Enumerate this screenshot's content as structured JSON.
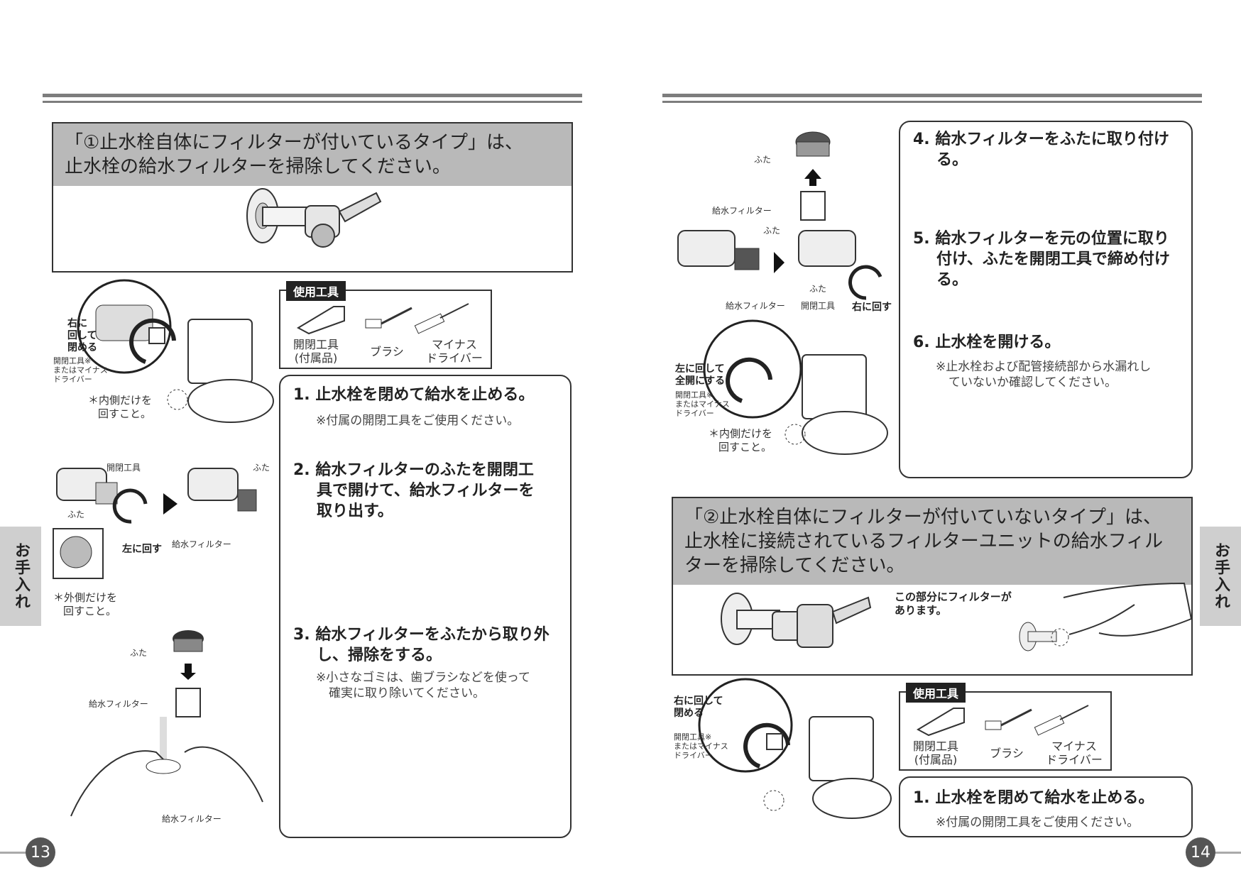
{
  "left_page": {
    "heading": {
      "line1": "「①止水栓自体にフィルターが付いているタイプ」は、",
      "line2": "止水栓の給水フィルターを掃除してください。"
    },
    "tools": {
      "title": "使用工具",
      "items": [
        {
          "line1": "開閉工具",
          "line2": "(付属品)"
        },
        {
          "line1": "ブラシ",
          "line2": ""
        },
        {
          "line1": "マイナス",
          "line2": "ドライバー"
        }
      ]
    },
    "steps": {
      "step1": {
        "line1": "1. 止水栓を閉めて給水を止める。",
        "note": "※付属の開閉工具をご使用ください。"
      },
      "step2": {
        "line1": "2. 給水フィルターのふたを開閉工",
        "line2": "具で開けて、給水フィルターを",
        "line3": "取り出す。"
      },
      "step3": {
        "line1": "3. 給水フィルターをふたから取り外",
        "line2": "し、掃除をする。",
        "note1": "※小さなゴミは、歯ブラシなどを使って",
        "note2": "確実に取り除いてください。"
      }
    },
    "figure_labels": {
      "turn_right_close": [
        "右に",
        "回して",
        "閉める"
      ],
      "tool_or_driver": [
        "開閉工具※",
        "またはマイナス",
        "ドライバー"
      ],
      "inner_only": [
        "＊内側だけを",
        "回すこと。"
      ],
      "opening_tool": "開閉工具",
      "lid": "ふた",
      "lid2": "ふた",
      "turn_left": "左に回す",
      "water_filter": "給水フィルター",
      "outer_only": [
        "＊外側だけを",
        "回すこと。"
      ],
      "lid3": "ふた",
      "water_filter2": "給水フィルター",
      "water_filter3": "給水フィルター"
    },
    "side_tab": "お手入れ",
    "page_number": "13"
  },
  "right_page": {
    "steps": {
      "step4": {
        "line1": "4. 給水フィルターをふたに取り付け",
        "line2": "る。"
      },
      "step5": {
        "line1": "5. 給水フィルターを元の位置に取り",
        "line2": "付け、ふたを開閉工具で締め付け",
        "line3": "る。"
      },
      "step6": {
        "line1": "6. 止水栓を開ける。",
        "note1": "※止水栓および配管接続部から水漏れし",
        "note2": "ていないか確認してください。"
      },
      "step1b": {
        "line1": "1. 止水栓を閉めて給水を止める。",
        "note": "※付属の開閉工具をご使用ください。"
      }
    },
    "heading2": {
      "line1": "「②止水栓自体にフィルターが付いていないタイプ」は、",
      "line2": "止水栓に接続されているフィルターユニットの給水フィル",
      "line3": "ターを掃除してください。"
    },
    "callout": [
      "この部分にフィルターが",
      "あります。"
    ],
    "tools": {
      "title": "使用工具",
      "items": [
        {
          "line1": "開閉工具",
          "line2": "(付属品)"
        },
        {
          "line1": "ブラシ",
          "line2": ""
        },
        {
          "line1": "マイナス",
          "line2": "ドライバー"
        }
      ]
    },
    "figure_labels": {
      "lid": "ふた",
      "water_filter": "給水フィルター",
      "lid2": "ふた",
      "lid3": "ふた",
      "water_filter2": "給水フィルター",
      "opening_tool": "開閉工具",
      "turn_right": "右に回す",
      "turn_left_open": [
        "左に回して",
        "全開にする"
      ],
      "tool_or_driver": [
        "開閉工具※",
        "またはマイナス",
        "ドライバー"
      ],
      "inner_only": [
        "＊内側だけを",
        "回すこと。"
      ],
      "turn_right_close": [
        "右に回して",
        "閉める"
      ],
      "tool_or_driver2": [
        "開閉工具※",
        "またはマイナス",
        "ドライバー"
      ]
    },
    "side_tab": "お手入れ",
    "page_number": "14"
  }
}
